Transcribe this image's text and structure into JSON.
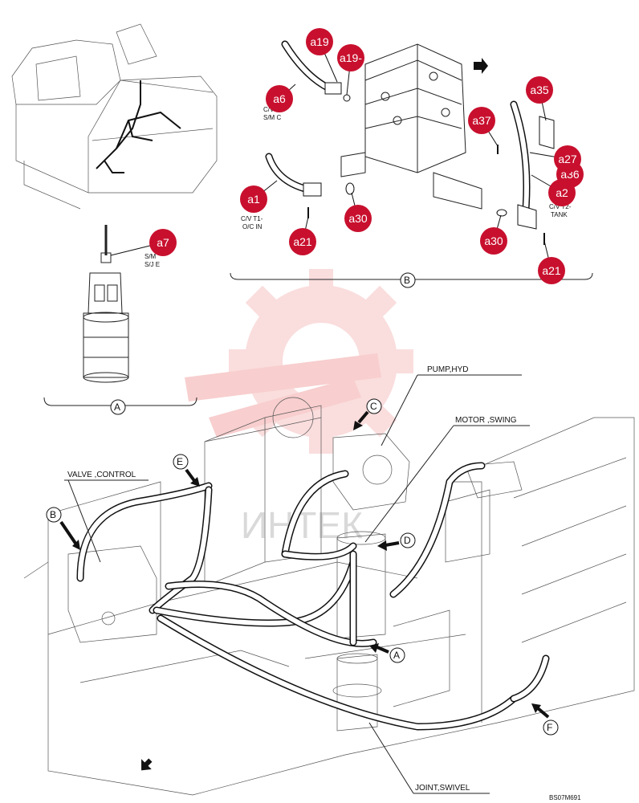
{
  "callouts": {
    "a19_top": "a19",
    "a19_dash": "a19-",
    "a6": "a6",
    "a35": "a35",
    "a37": "a37",
    "a27": "a27",
    "a36": "a36",
    "a2": "a2",
    "a1": "a1",
    "a30_left": "a30",
    "a21_left": "a21",
    "a30_right": "a30",
    "a21_right": "a21",
    "a7": "a7"
  },
  "port_labels": {
    "smc_1": "C/V",
    "smc_2": "S/M C",
    "oc_in_1": "C/V T1-",
    "oc_in_2": "O/C IN",
    "tank_1": "C/V T2-",
    "tank_2": "TANK",
    "sje_1": "S/M",
    "sje_2": "S/J E"
  },
  "view_letters": {
    "A_bracket": "A",
    "B_bracket": "B",
    "A_arrow": "A",
    "B_arrow": "B",
    "C_arrow": "C",
    "D_arrow": "D",
    "E_arrow": "E",
    "F_arrow": "F"
  },
  "component_labels": {
    "pump": "PUMP,HYD",
    "motor": "MOTOR ,SWING",
    "valve": "VALVE ,CONTROL",
    "joint": "JOINT,SWIVEL"
  },
  "drawing_code": "BS07M691",
  "colors": {
    "callout_fill": "#c8102e",
    "line": "#222222",
    "watermark": "#f3b8b8"
  }
}
